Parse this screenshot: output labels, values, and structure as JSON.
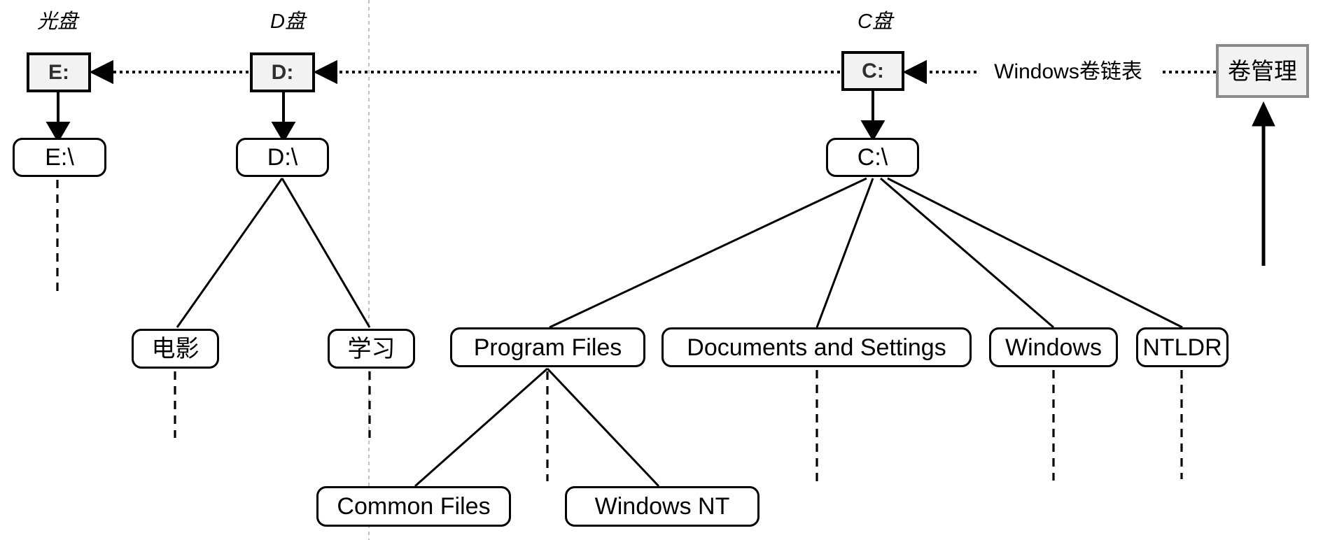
{
  "diagram": {
    "labels": {
      "disc": "光盘",
      "d_disk": "D盘",
      "c_disk": "C盘",
      "chain": "Windows卷链表"
    },
    "drives": {
      "e": "E:",
      "d": "D:",
      "c": "C:"
    },
    "roots": {
      "e": "E:\\",
      "d": "D:\\",
      "c": "C:\\"
    },
    "volume_manager": "卷管理",
    "d_children": [
      "电影",
      "学习"
    ],
    "c_children": [
      "Program Files",
      "Documents and Settings",
      "Windows",
      "NTLDR"
    ],
    "program_files_children": [
      "Common Files",
      "Windows NT"
    ],
    "colors": {
      "drive_fill": "#f2f2f2",
      "line": "#000000",
      "separator": "#b0b0b0",
      "manager_border": "#8a8a8a"
    }
  }
}
